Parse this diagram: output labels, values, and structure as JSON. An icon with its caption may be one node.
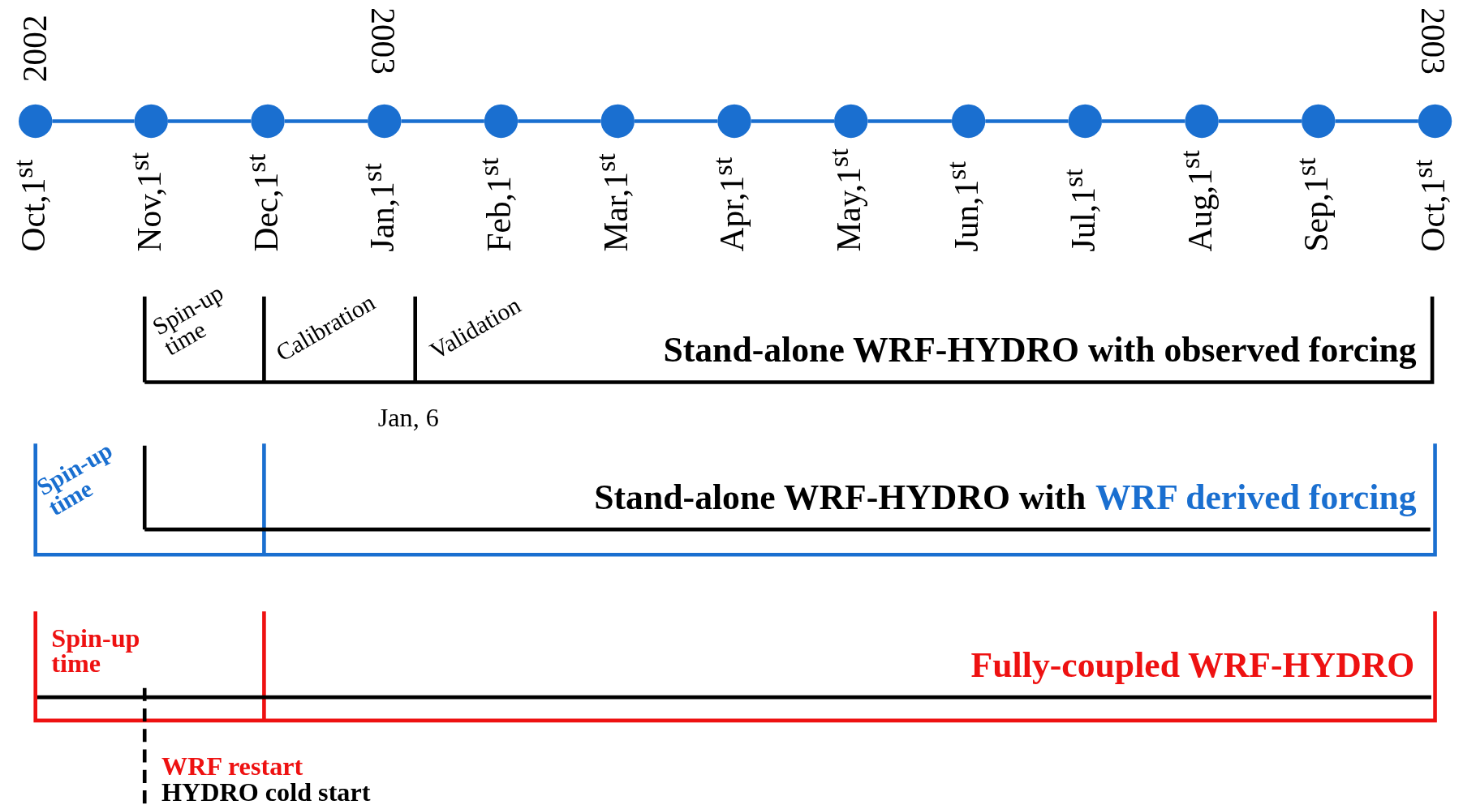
{
  "diagram": {
    "nodes": [
      {
        "text": [],
        "shape": "circle",
        "beside": [
          "2002",
          "Oct,1$^{st}$"
        ]
      },
      {
        "text": [],
        "shape": "circle",
        "beside": [
          "Nov,1$^{st}$"
        ]
      },
      {
        "text": [],
        "shape": "circle",
        "beside": [
          "Dec,1$^{st}$"
        ]
      },
      {
        "text": [],
        "shape": "circle",
        "beside": [
          "2003",
          "Jan,1$^{st}$"
        ]
      },
      {
        "text": [],
        "shape": "circle",
        "beside": [
          "Feb,1$^{st}$"
        ]
      },
      {
        "text": [],
        "shape": "circle",
        "beside": [
          "Mar,1$^{st}$"
        ]
      },
      {
        "text": [],
        "shape": "circle",
        "beside": [
          "Apr,1$^{st}$"
        ]
      },
      {
        "text": [],
        "shape": "circle",
        "beside": [
          "May,1$^{st}$"
        ]
      },
      {
        "text": [],
        "shape": "circle",
        "beside": [
          "Jun,1$^{st}$"
        ]
      },
      {
        "text": [],
        "shape": "circle",
        "beside": [
          "Jul,1$^{st}$"
        ]
      },
      {
        "text": [],
        "shape": "circle",
        "beside": [
          "Aug,1$^{st}$"
        ]
      },
      {
        "text": [],
        "shape": "circle",
        "beside": [
          "Sep,1$^{st}$"
        ]
      },
      {
        "text": [],
        "shape": "circle",
        "beside": [
          "2003",
          "Oct,1$^{st}$"
        ]
      }
    ],
    "edges": [
      {
        "from": 0,
        "to": 1,
        "arrow": "none"
      },
      {
        "from": 1,
        "to": 2,
        "arrow": "none"
      },
      {
        "from": 2,
        "to": 3,
        "arrow": "none"
      },
      {
        "from": 3,
        "to": 4,
        "arrow": "none"
      },
      {
        "from": 4,
        "to": 5,
        "arrow": "none"
      },
      {
        "from": 5,
        "to": 6,
        "arrow": "none"
      },
      {
        "from": 6,
        "to": 7,
        "arrow": "none"
      },
      {
        "from": 7,
        "to": 8,
        "arrow": "none"
      },
      {
        "from": 8,
        "to": 9,
        "arrow": "none"
      },
      {
        "from": 9,
        "to": 10,
        "arrow": "none"
      },
      {
        "from": 10,
        "to": 11,
        "arrow": "none"
      },
      {
        "from": 11,
        "to": 12,
        "arrow": "none"
      }
    ],
    "labels": [
      "Spin-up time",
      "Calibration",
      "Validation",
      "Stand-alone WRF-HYDRO with observed forcing",
      "Jan, 6",
      "Spin-up time",
      "Stand-alone WRF-HYDRO with",
      "WRF derived forcing",
      "Spin-up time",
      "Fully-coupled WRF-HYDRO",
      "WRF restart",
      "HYDRO cold start"
    ]
  }
}
